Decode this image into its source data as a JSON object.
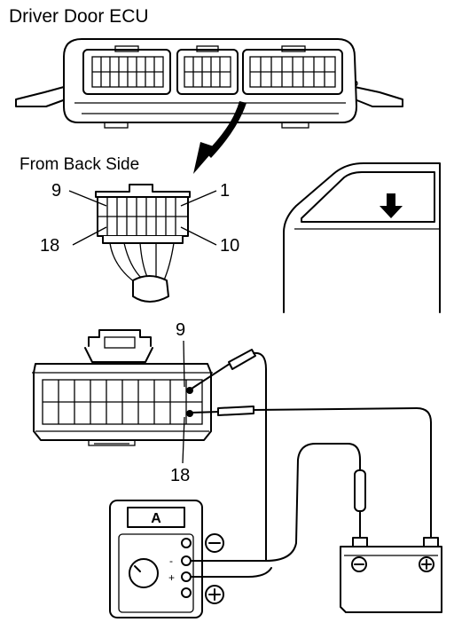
{
  "labels": {
    "title": "Driver Door ECU",
    "back_side": "From Back Side",
    "pin_9": "9",
    "pin_1": "1",
    "pin_18": "18",
    "pin_10": "10",
    "pin_9_test": "9",
    "pin_18_test": "18",
    "meter_mode": "A",
    "meter_minus_jack": "-",
    "meter_plus_jack": "+"
  },
  "icons": {
    "minus_symbol": "minus-circle-icon",
    "plus_symbol": "plus-circle-icon",
    "battery_negative": "battery-negative-terminal-icon",
    "battery_positive": "battery-positive-terminal-icon",
    "door_arrow": "down-arrow-icon"
  },
  "colors": {
    "ink": "#000000",
    "paper": "#ffffff"
  }
}
